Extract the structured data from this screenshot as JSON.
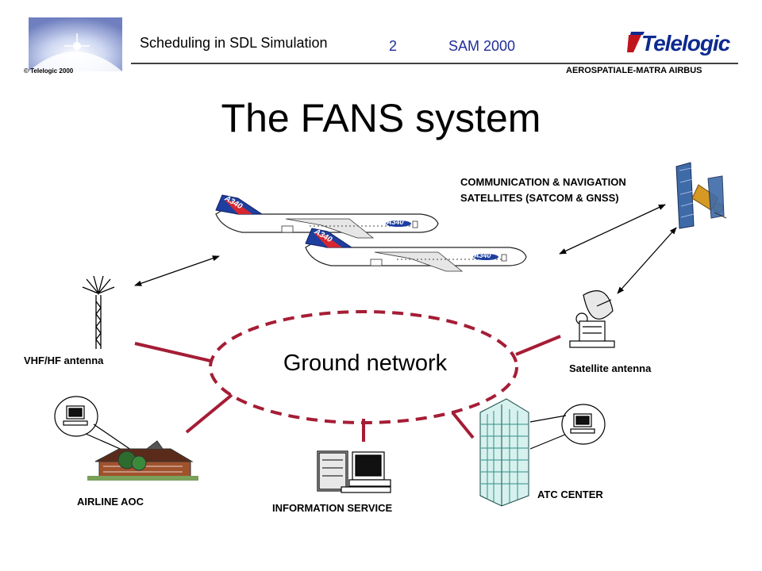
{
  "header": {
    "title": "Scheduling in SDL Simulation",
    "page": "2",
    "conference": "SAM 2000",
    "logo_text": "Telelogic",
    "copyright": "© Telelogic 2000",
    "company": "AEROSPATIALE-MATRA  AIRBUS"
  },
  "title": "The FANS system",
  "labels": {
    "satellites_line1": "COMMUNICATION & NAVIGATION",
    "satellites_line2": "SATELLITES (SATCOM & GNSS)",
    "vhf": "VHF/HF antenna",
    "satellite_antenna": "Satellite  antenna",
    "ground_network": "Ground network",
    "airline_aoc": "AIRLINE AOC",
    "information_service": "INFORMATION SERVICE",
    "atc_center": "ATC CENTER"
  },
  "aircraft": {
    "tail_text": "A340",
    "fuselage_text": "A340"
  },
  "colors": {
    "link_red": "#a51d35",
    "title_blue": "#1f2d9a",
    "logo_red": "#c0141c",
    "logo_blue": "#0d2a8f"
  }
}
